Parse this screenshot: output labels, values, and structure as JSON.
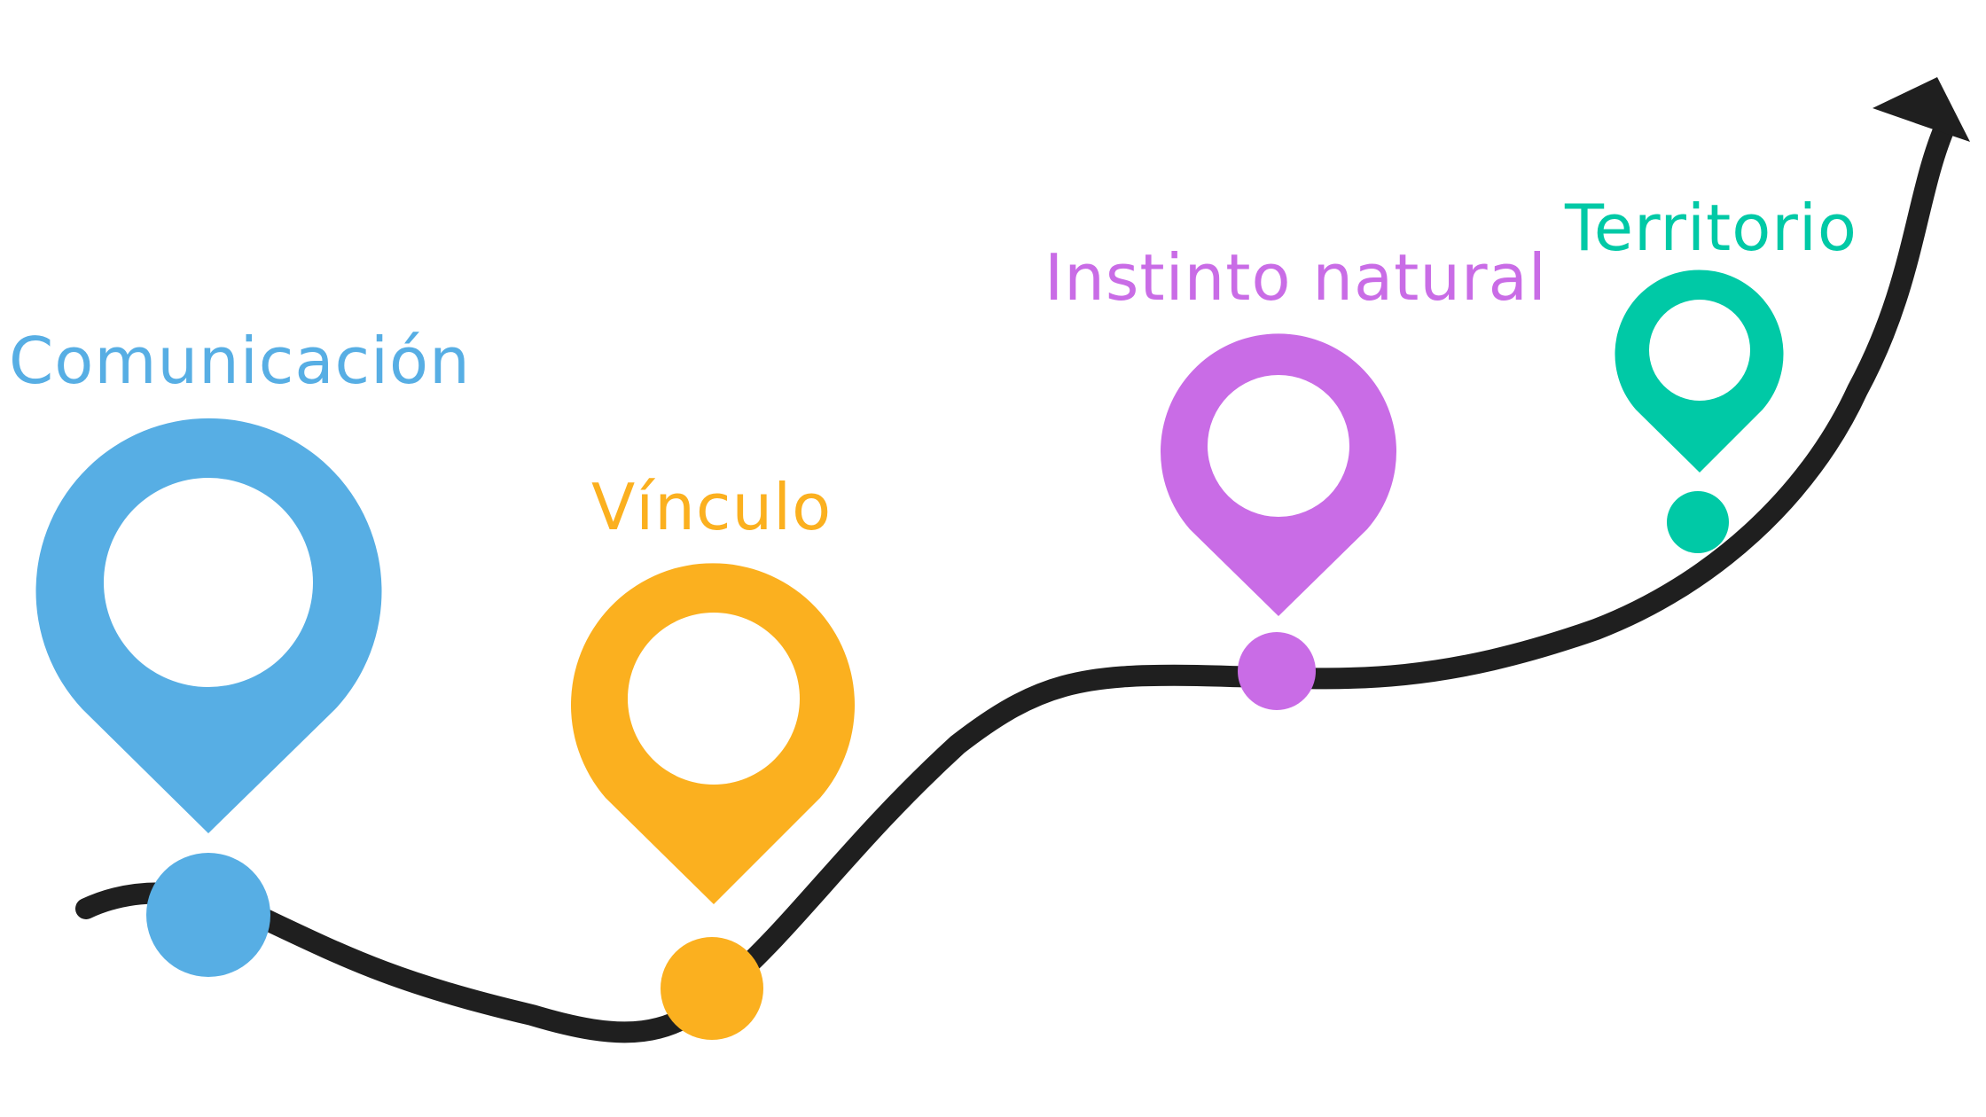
{
  "colors": {
    "path": "#1f1f1f",
    "background": "#ffffff"
  },
  "milestones": [
    {
      "label": "Comunicación",
      "color": "#57aee4",
      "icon": "map-pin-icon"
    },
    {
      "label": "Vínculo",
      "color": "#fbb01f",
      "icon": "map-pin-icon"
    },
    {
      "label": "Instinto natural",
      "color": "#c96ce6",
      "icon": "map-pin-icon"
    },
    {
      "label": "Territorio",
      "color": "#00c9a6",
      "icon": "map-pin-icon"
    }
  ]
}
